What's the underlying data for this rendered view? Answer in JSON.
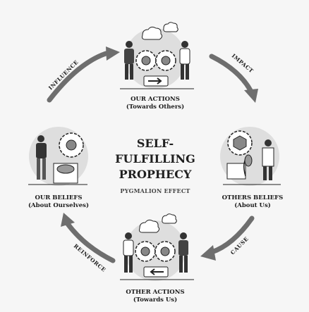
{
  "center": {
    "line1": "SELF-",
    "line2": "FULFILLING",
    "line3": "PROPHECY",
    "subtitle": "PYGMALION EFFECT"
  },
  "nodes": {
    "top": {
      "title": "OUR ACTIONS",
      "subtitle": "(Towards Others)"
    },
    "right": {
      "title": "OTHERS BELIEFS",
      "subtitle": "(About Us)"
    },
    "bottom": {
      "title": "OTHER ACTIONS",
      "subtitle": "(Towards Us)"
    },
    "left": {
      "title": "OUR BELIEFS",
      "subtitle": "(About Ourselves)"
    }
  },
  "arrows": {
    "impact": "IMPACT",
    "cause": "CAUSE",
    "reinforce": "REINFORCE",
    "influence": "INFLUENCE"
  },
  "colors": {
    "background": "#f6f6f6",
    "arrow": "#6e6e6e",
    "illustration_bg": "#dedede",
    "ink": "#1a1a1a"
  },
  "icons": [
    "gear-icon",
    "cloud-icon",
    "arrow-icon",
    "person-icon",
    "cube-icon",
    "plant-icon"
  ]
}
